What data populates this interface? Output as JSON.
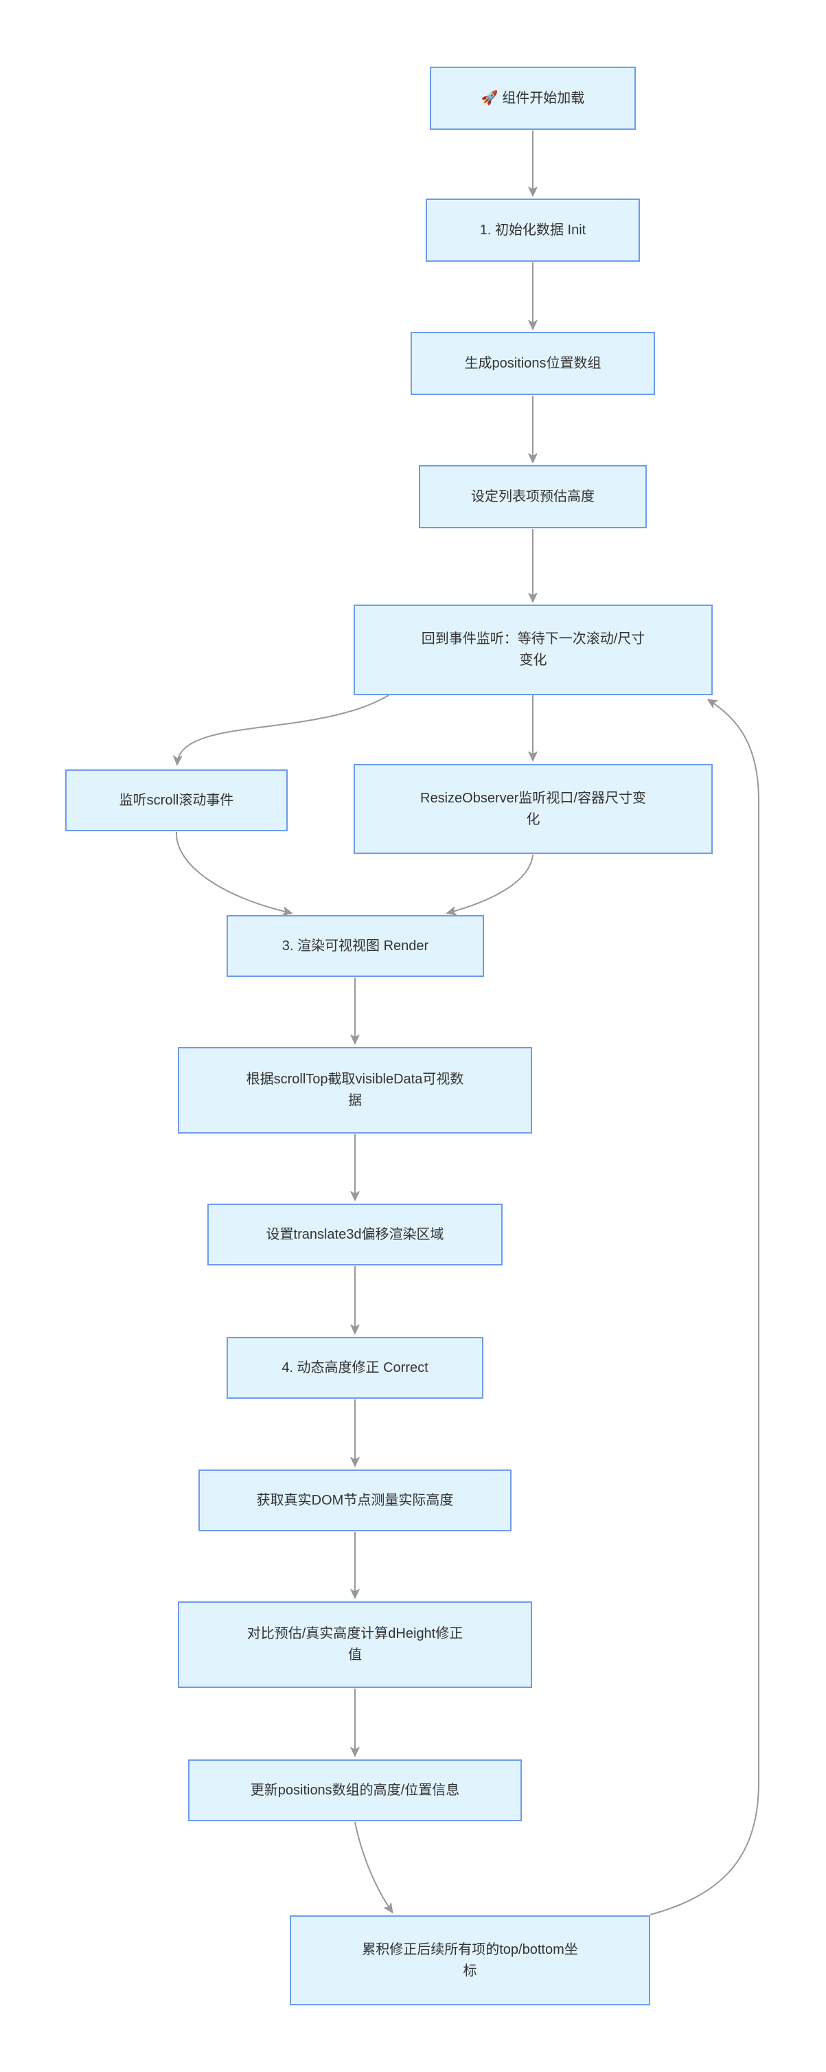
{
  "diagram": {
    "type": "flowchart",
    "direction": "top-down",
    "nodes": [
      {
        "id": "start",
        "label": "🚀 组件开始加载"
      },
      {
        "id": "init",
        "label": "1. 初始化数据 Init"
      },
      {
        "id": "positions",
        "label": "生成positions位置数组"
      },
      {
        "id": "estimate",
        "label": "设定列表项预估高度"
      },
      {
        "id": "listenloop",
        "label": "回到事件监听：等待下一次滚动/尺寸\n变化"
      },
      {
        "id": "scroll",
        "label": "监听scroll滚动事件"
      },
      {
        "id": "resize",
        "label": "ResizeObserver监听视口/容器尺寸变\n化"
      },
      {
        "id": "render",
        "label": "3. 渲染可视视图 Render"
      },
      {
        "id": "slice",
        "label": "根据scrollTop截取visibleData可视数\n据"
      },
      {
        "id": "translate",
        "label": "设置translate3d偏移渲染区域"
      },
      {
        "id": "correct",
        "label": "4. 动态高度修正 Correct"
      },
      {
        "id": "measure",
        "label": "获取真实DOM节点测量实际高度"
      },
      {
        "id": "diff",
        "label": "对比预估/真实高度计算dHeight修正\n值"
      },
      {
        "id": "update",
        "label": "更新positions数组的高度/位置信息"
      },
      {
        "id": "accumulate",
        "label": "累积修正后续所有项的top/bottom坐\n标"
      }
    ],
    "edges": [
      {
        "from": "start",
        "to": "init"
      },
      {
        "from": "init",
        "to": "positions"
      },
      {
        "from": "positions",
        "to": "estimate"
      },
      {
        "from": "estimate",
        "to": "listenloop"
      },
      {
        "from": "listenloop",
        "to": "scroll"
      },
      {
        "from": "listenloop",
        "to": "resize"
      },
      {
        "from": "scroll",
        "to": "render"
      },
      {
        "from": "resize",
        "to": "render"
      },
      {
        "from": "render",
        "to": "slice"
      },
      {
        "from": "slice",
        "to": "translate"
      },
      {
        "from": "translate",
        "to": "correct"
      },
      {
        "from": "correct",
        "to": "measure"
      },
      {
        "from": "measure",
        "to": "diff"
      },
      {
        "from": "diff",
        "to": "update"
      },
      {
        "from": "update",
        "to": "accumulate"
      },
      {
        "from": "accumulate",
        "to": "listenloop"
      }
    ],
    "colors": {
      "node_fill": "#e1f3fd",
      "node_border": "#6c9bef",
      "edge": "#999999",
      "text": "#333333",
      "background": "#ffffff"
    }
  }
}
